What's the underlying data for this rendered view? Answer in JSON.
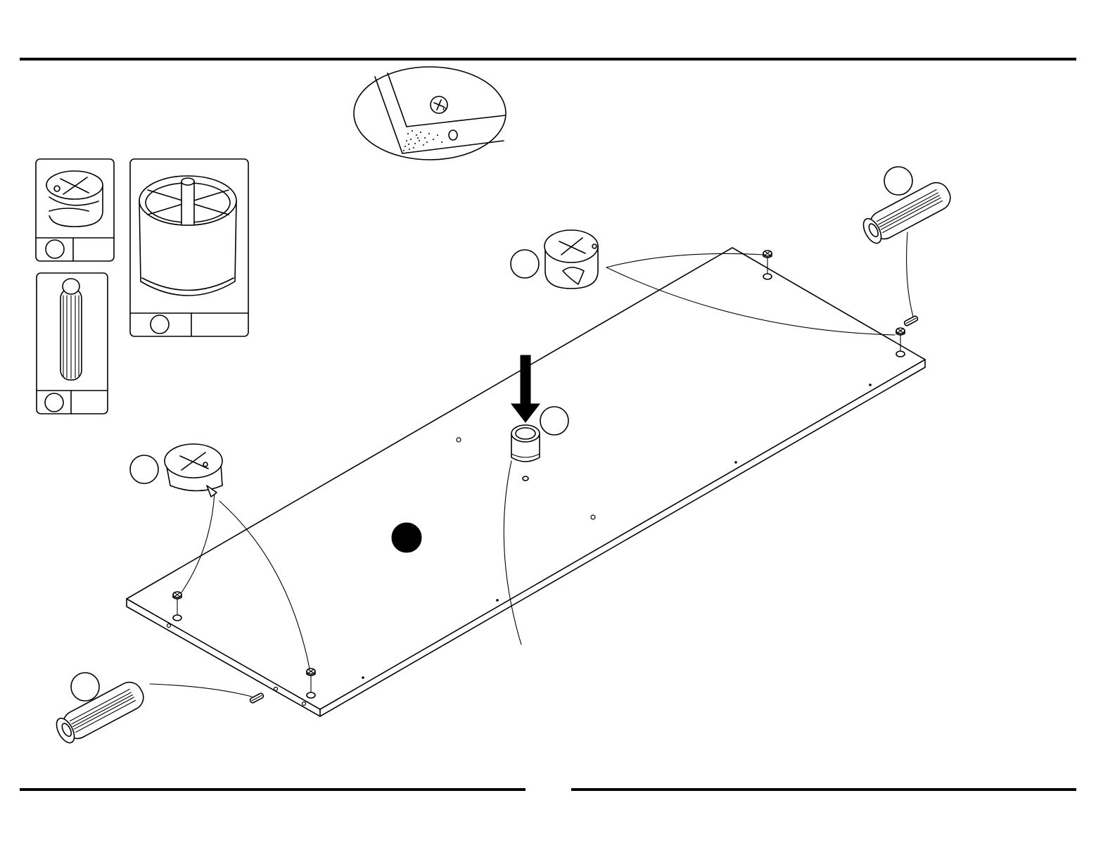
{
  "header_rule": {},
  "footer_rules": {},
  "detail_callout": {
    "icon": "screw-cross-icon"
  },
  "parts_legend": [
    {
      "part": "cam-lock",
      "letter": "",
      "qty": ""
    },
    {
      "part": "plastic-foot",
      "letter": "",
      "qty": ""
    },
    {
      "part": "wood-dowel",
      "letter": "",
      "qty": ""
    }
  ],
  "step_marker": {
    "label": ""
  },
  "callout_labels": [
    "",
    "",
    "",
    "",
    ""
  ],
  "colors": {
    "line": "#000000",
    "background": "#ffffff"
  }
}
